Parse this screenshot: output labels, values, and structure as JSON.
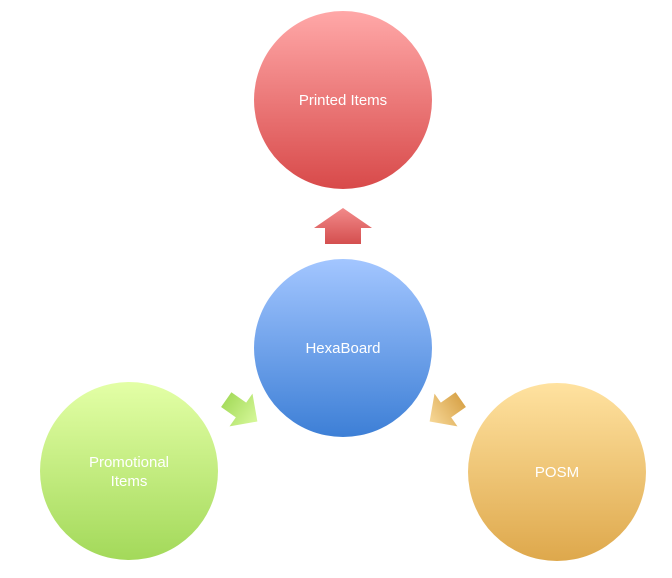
{
  "diagram": {
    "center": {
      "label": "HexaBoard",
      "color_top": "#a3c6ff",
      "color_bottom": "#3d7fd6"
    },
    "top": {
      "label": "Printed Items",
      "color_top": "#ffa8a8",
      "color_bottom": "#d84a4a"
    },
    "left": {
      "label_lines": [
        "Promotional",
        "Items"
      ],
      "color_top": "#e3ffa6",
      "color_bottom": "#a3d95a"
    },
    "right": {
      "label": "POSM",
      "color_top": "#ffe2a0",
      "color_bottom": "#dea84c"
    },
    "arrows": {
      "top_color_top": "#f28a8a",
      "top_color_bottom": "#d44f4f",
      "left_color_top": "#d6f89a",
      "left_color_bottom": "#a7dc5e",
      "right_color_top": "#f7d898",
      "right_color_bottom": "#d9a54c"
    }
  }
}
